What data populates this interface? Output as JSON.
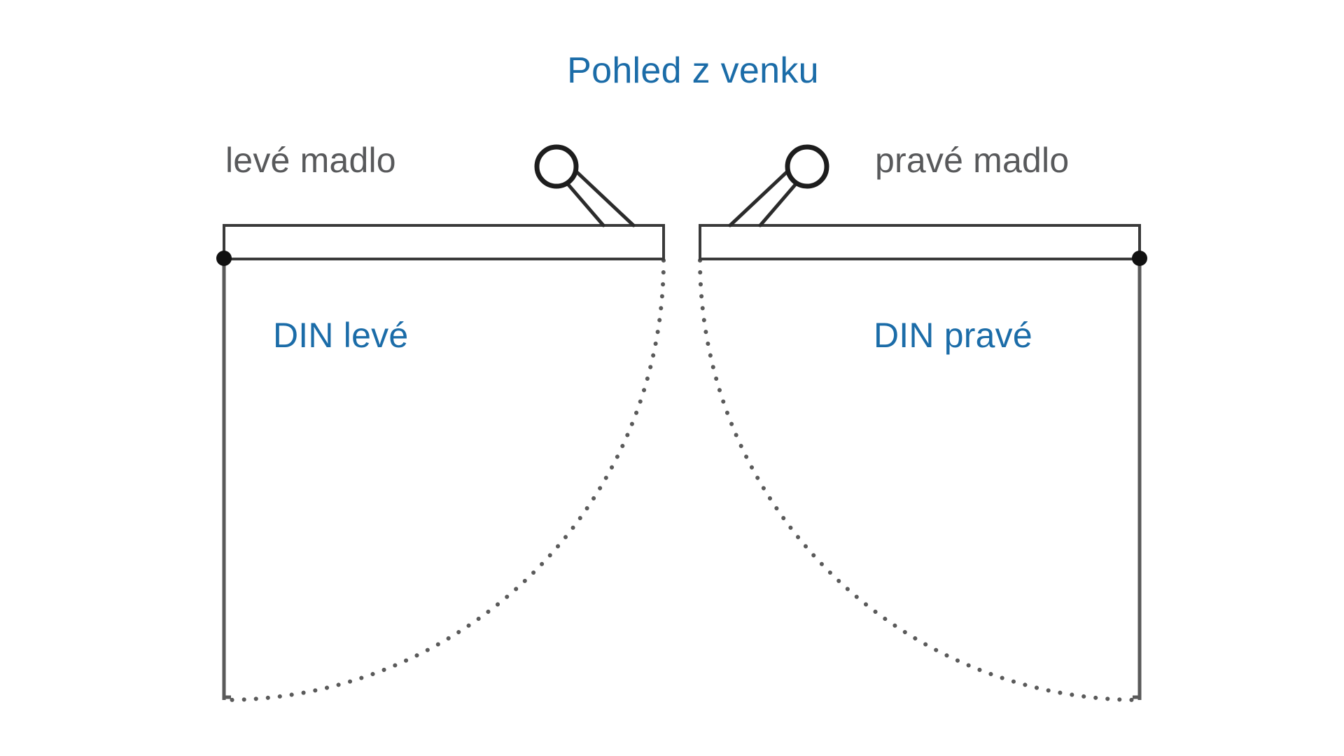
{
  "title": {
    "text": "Pohled z venku",
    "color": "#1b6ca8"
  },
  "labels": {
    "left_handle": "levé madlo",
    "right_handle": "pravé madlo",
    "left_din": "DIN levé",
    "right_din": "DIN pravé"
  },
  "colors": {
    "accent_blue": "#1b6ca8",
    "label_gray": "#58595b",
    "line_dark": "#3a3a3a",
    "jamb_gray": "#5a5a5a",
    "pivot_black": "#111111",
    "background": "#ffffff"
  },
  "icons": {
    "left_knob": "door-knob-icon",
    "right_knob": "door-knob-icon",
    "left_pivot": "hinge-pivot-icon",
    "right_pivot": "hinge-pivot-icon",
    "left_arc": "swing-arc-icon",
    "right_arc": "swing-arc-icon"
  },
  "diagram": {
    "view": "Pohled z venku",
    "leaves": [
      {
        "side": "left",
        "hinge_position": "top-left",
        "handle_position": "inner-right",
        "din": "DIN levé",
        "handle_label": "levé madlo"
      },
      {
        "side": "right",
        "hinge_position": "top-right",
        "handle_position": "inner-left",
        "din": "DIN pravé",
        "handle_label": "pravé madlo"
      }
    ]
  }
}
